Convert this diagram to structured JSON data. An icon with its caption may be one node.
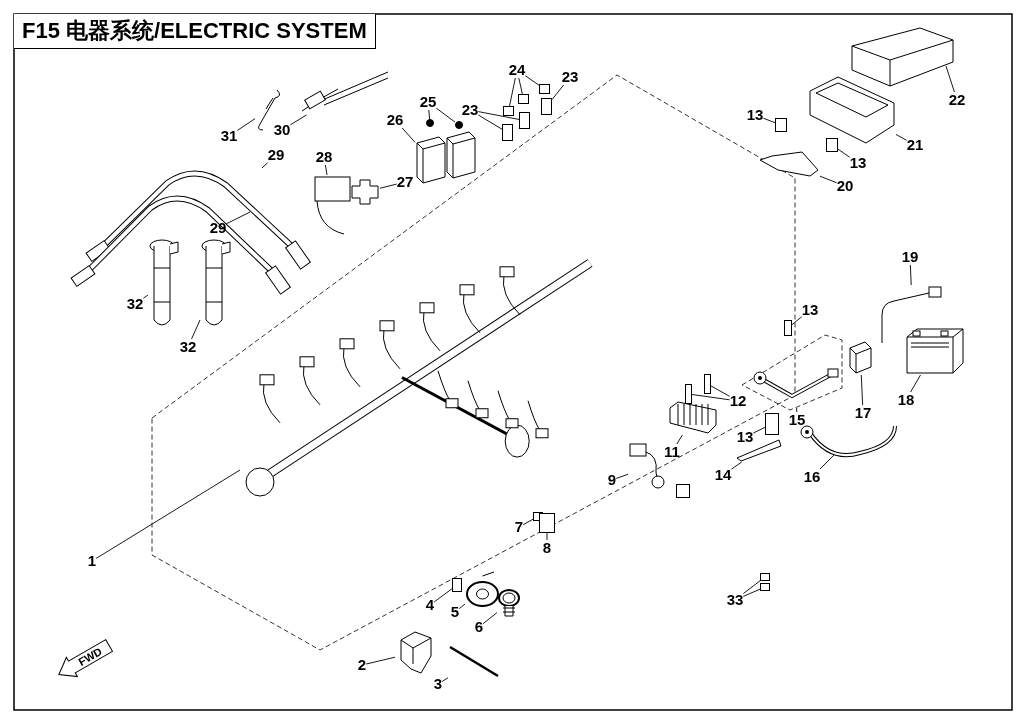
{
  "diagram": {
    "title": "F15 电器系统/ELECTRIC SYSTEM",
    "nodes": [
      {
        "text": [
          "31"
        ]
      },
      {
        "text": [
          "30"
        ]
      },
      {
        "text": [
          "29"
        ]
      },
      {
        "text": [
          "29"
        ]
      },
      {
        "text": [
          "28"
        ]
      },
      {
        "text": [
          "27"
        ]
      },
      {
        "text": [
          "26"
        ]
      },
      {
        "text": [
          "25"
        ]
      },
      {
        "text": [
          "24"
        ]
      },
      {
        "text": [
          "23"
        ]
      },
      {
        "text": [
          "23"
        ]
      },
      {
        "text": [
          "22"
        ]
      },
      {
        "text": [
          "13"
        ]
      },
      {
        "text": [
          "21"
        ]
      },
      {
        "text": [
          "13"
        ]
      },
      {
        "text": [
          "20"
        ]
      },
      {
        "text": [
          "32"
        ]
      },
      {
        "text": [
          "32"
        ]
      },
      {
        "text": [
          "19"
        ]
      },
      {
        "text": [
          "13"
        ]
      },
      {
        "text": [
          "18"
        ]
      },
      {
        "text": [
          "12"
        ]
      },
      {
        "text": [
          "17"
        ]
      },
      {
        "text": [
          "15"
        ]
      },
      {
        "text": [
          "13"
        ]
      },
      {
        "text": [
          "11"
        ]
      },
      {
        "text": [
          "14"
        ]
      },
      {
        "text": [
          "16"
        ]
      },
      {
        "text": [
          "9"
        ]
      },
      {
        "text": [
          "7"
        ]
      },
      {
        "text": [
          "8"
        ]
      },
      {
        "text": [
          "1"
        ]
      },
      {
        "text": [
          "4"
        ]
      },
      {
        "text": [
          "5"
        ]
      },
      {
        "text": [
          "6"
        ]
      },
      {
        "text": [
          "33"
        ]
      },
      {
        "text": [
          "2"
        ]
      },
      {
        "text": [
          "3"
        ]
      },
      {
        "text": [],
        "shape": "picture"
      },
      {
        "text": [],
        "shape": "picture"
      },
      {
        "text": [],
        "shape": "picture"
      },
      {
        "text": [],
        "shape": "picture"
      },
      {
        "text": [],
        "shape": "picture"
      },
      {
        "text": [],
        "shape": "picture"
      },
      {
        "text": [],
        "shape": "picture"
      },
      {
        "text": [],
        "shape": "picture"
      },
      {
        "text": [],
        "shape": "picture"
      },
      {
        "text": [],
        "shape": "circle"
      },
      {
        "text": [],
        "shape": "circle"
      },
      {
        "text": [],
        "shape": "picture"
      },
      {
        "text": [],
        "shape": "box"
      },
      {
        "text": [],
        "shape": "box"
      },
      {
        "text": [],
        "shape": "box"
      },
      {
        "text": [],
        "shape": "box"
      },
      {
        "text": [],
        "shape": "box"
      },
      {
        "text": [],
        "shape": "box"
      },
      {
        "text": [],
        "shape": "picture"
      },
      {
        "text": [],
        "shape": "picture"
      },
      {
        "text": [],
        "shape": "picture"
      },
      {
        "text": [],
        "shape": "box"
      },
      {
        "text": [],
        "shape": "box"
      },
      {
        "text": [],
        "shape": "box"
      },
      {
        "text": [],
        "shape": "picture"
      },
      {
        "text": [],
        "shape": "picture"
      },
      {
        "text": [],
        "shape": "picture"
      },
      {
        "text": [],
        "shape": "picture"
      },
      {
        "text": [],
        "shape": "picture"
      },
      {
        "text": [],
        "shape": "box"
      },
      {
        "text": [],
        "shape": "picture"
      },
      {
        "text": [],
        "shape": "picture"
      },
      {
        "text": [],
        "shape": "box"
      },
      {
        "text": [],
        "shape": "box"
      },
      {
        "text": [],
        "shape": "picture"
      },
      {
        "text": [],
        "shape": "box"
      },
      {
        "text": [],
        "shape": "box"
      },
      {
        "text": [],
        "shape": "box"
      },
      {
        "text": [],
        "shape": "picture"
      },
      {
        "text": [],
        "shape": "box"
      },
      {
        "text": [],
        "shape": "picture"
      },
      {
        "text": [],
        "shape": "picture"
      },
      {
        "text": [],
        "shape": "picture"
      },
      {
        "text": [],
        "shape": "picture"
      },
      {
        "text": [],
        "shape": "box"
      },
      {
        "text": [],
        "shape": "box"
      },
      {
        "text": [
          "FWD"
        ]
      }
    ],
    "edges": [
      {
        "from": 0,
        "to": 38,
        "arrow": "none"
      },
      {
        "from": 1,
        "to": 39,
        "arrow": "none"
      },
      {
        "from": 2,
        "to": 40,
        "arrow": "none"
      },
      {
        "from": 3,
        "to": 41,
        "arrow": "none"
      },
      {
        "from": 4,
        "to": 44,
        "arrow": "none"
      },
      {
        "from": 5,
        "to": 45,
        "arrow": "none"
      },
      {
        "from": 6,
        "to": 46,
        "arrow": "none"
      },
      {
        "from": 7,
        "to": 47,
        "arrow": "none"
      },
      {
        "from": 7,
        "to": 48,
        "arrow": "none"
      },
      {
        "from": 8,
        "to": 50,
        "arrow": "none"
      },
      {
        "from": 8,
        "to": 51,
        "arrow": "none"
      },
      {
        "from": 8,
        "to": 52,
        "arrow": "none"
      },
      {
        "from": 9,
        "to": 53,
        "arrow": "none"
      },
      {
        "from": 9,
        "to": 54,
        "arrow": "none"
      },
      {
        "from": 10,
        "to": 55,
        "arrow": "none"
      },
      {
        "from": 11,
        "to": 56,
        "arrow": "none"
      },
      {
        "from": 12,
        "to": 59,
        "arrow": "none"
      },
      {
        "from": 13,
        "to": 57,
        "arrow": "none"
      },
      {
        "from": 14,
        "to": 60,
        "arrow": "none"
      },
      {
        "from": 15,
        "to": 58,
        "arrow": "none"
      },
      {
        "from": 16,
        "to": 42,
        "arrow": "none"
      },
      {
        "from": 17,
        "to": 43,
        "arrow": "none"
      },
      {
        "from": 18,
        "to": 63,
        "arrow": "none"
      },
      {
        "from": 19,
        "to": 61,
        "arrow": "none"
      },
      {
        "from": 20,
        "to": 62,
        "arrow": "none"
      },
      {
        "from": 21,
        "to": 70,
        "arrow": "none"
      },
      {
        "from": 21,
        "to": 71,
        "arrow": "none"
      },
      {
        "from": 22,
        "to": 64,
        "arrow": "none"
      },
      {
        "from": 23,
        "to": 65,
        "arrow": "none"
      },
      {
        "from": 24,
        "to": 67,
        "arrow": "none"
      },
      {
        "from": 25,
        "to": 69,
        "arrow": "none"
      },
      {
        "from": 26,
        "to": 68,
        "arrow": "none"
      },
      {
        "from": 27,
        "to": 66,
        "arrow": "none"
      },
      {
        "from": 28,
        "to": 72,
        "arrow": "none"
      },
      {
        "from": 29,
        "to": 74,
        "arrow": "none"
      },
      {
        "from": 30,
        "to": 75,
        "arrow": "none"
      },
      {
        "from": 31,
        "to": 76,
        "arrow": "none"
      },
      {
        "from": 32,
        "to": 77,
        "arrow": "none"
      },
      {
        "from": 33,
        "to": 78,
        "arrow": "none"
      },
      {
        "from": 34,
        "to": 79,
        "arrow": "none"
      },
      {
        "from": 35,
        "to": 82,
        "arrow": "none"
      },
      {
        "from": 35,
        "to": 83,
        "arrow": "none"
      },
      {
        "from": 36,
        "to": 80,
        "arrow": "none"
      },
      {
        "from": 37,
        "to": 81,
        "arrow": "none"
      }
    ]
  }
}
